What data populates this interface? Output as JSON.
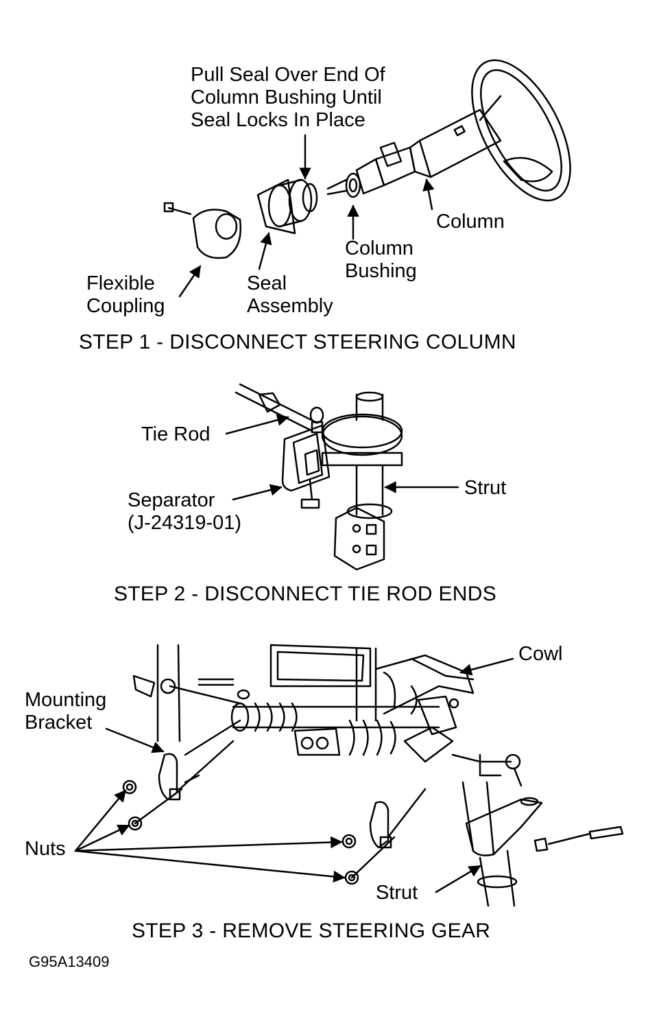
{
  "step1": {
    "caption": "STEP 1 - DISCONNECT STEERING COLUMN",
    "labels": {
      "pull_seal": [
        "Pull Seal Over End Of",
        "Column Bushing Until",
        "Seal Locks In Place"
      ],
      "column": "Column",
      "column_bushing": [
        "Column",
        "Bushing"
      ],
      "seal_assembly": [
        "Seal",
        "Assembly"
      ],
      "flexible_coupling": [
        "Flexible",
        "Coupling"
      ]
    }
  },
  "step2": {
    "caption": "STEP 2 - DISCONNECT TIE ROD ENDS",
    "labels": {
      "tie_rod": "Tie Rod",
      "separator": [
        "Separator",
        "(J-24319-01)"
      ],
      "strut": "Strut"
    }
  },
  "step3": {
    "caption": "STEP 3 - REMOVE STEERING GEAR",
    "labels": {
      "cowl": "Cowl",
      "mounting_bracket": [
        "Mounting",
        "Bracket"
      ],
      "nuts": "Nuts",
      "strut": "Strut"
    }
  },
  "figure_code": "G95A13409"
}
